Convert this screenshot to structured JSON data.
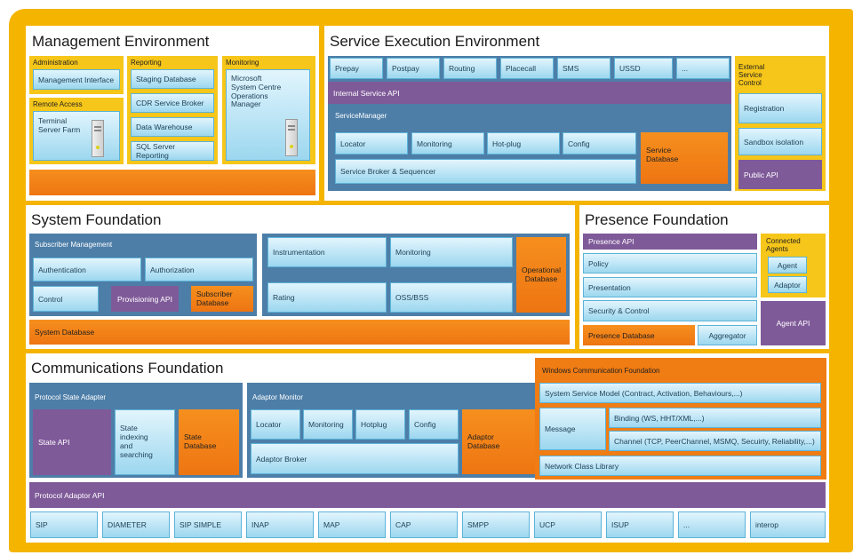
{
  "management": {
    "title": "Management Environment",
    "administration": {
      "label": "Administration",
      "management_interface": "Management Interface"
    },
    "remote_access": {
      "label": "Remote Access",
      "terminal_server_farm": "Terminal\nServer Farm"
    },
    "reporting": {
      "label": "Reporting",
      "items": [
        "Staging Database",
        "CDR Service Broker",
        "Data Warehouse",
        "SQL Server Reporting"
      ]
    },
    "monitoring": {
      "label": "Monitoring",
      "scom": "Microsoft\nSystem Centre\nOperations\nManager"
    }
  },
  "service_execution": {
    "title": "Service Execution Environment",
    "services": [
      "Prepay",
      "Postpay",
      "Routing",
      "Placecall",
      "SMS",
      "USSD",
      "..."
    ],
    "internal_api": "Internal Service API",
    "service_manager": {
      "label": "ServiceManager",
      "items": [
        "Locator",
        "Monitoring",
        "Hot-plug",
        "Config"
      ],
      "broker": "Service Broker & Sequencer",
      "database": "Service\nDatabase"
    },
    "external_control": {
      "label": "External\nService\nControl",
      "registration": "Registration",
      "sandbox": "Sandbox isolation",
      "public_api": "Public API"
    }
  },
  "system_foundation": {
    "title": "System Foundation",
    "subscriber_management": {
      "label": "Subscriber Management",
      "authentication": "Authentication",
      "authorization": "Authorization",
      "control": "Control",
      "provisioning_api": "Provisioning API",
      "subscriber_database": "Subscriber\nDatabase"
    },
    "instrumentation": "Instrumentation",
    "monitoring": "Monitoring",
    "rating": "Rating",
    "oss_bss": "OSS/BSS",
    "operational_database": "Operational\nDatabase",
    "system_database": "System Database"
  },
  "presence_foundation": {
    "title": "Presence Foundation",
    "presence_api": "Presence API",
    "policy": "Policy",
    "presentation": "Presentation",
    "security_control": "Security & Control",
    "presence_database": "Presence Database",
    "aggregator": "Aggregator",
    "connected_agents": {
      "label": "Connected\nAgents",
      "agent": "Agent",
      "adaptor": "Adaptor"
    },
    "agent_api": "Agent API"
  },
  "communications_foundation": {
    "title": "Communications Foundation",
    "protocol_state_adapter": {
      "label": "Protocol State Adapter",
      "state_api": "State API",
      "state_indexing": "State\nindexing\nand\nsearching",
      "state_database": "State\nDatabase"
    },
    "adaptor_monitor": {
      "label": "Adaptor Monitor",
      "items": [
        "Locator",
        "Monitoring",
        "Hotplug",
        "Config"
      ],
      "broker": "Adaptor Broker",
      "database": "Adaptor\nDatabase"
    },
    "wcf": {
      "label": "Windows Communication Foundation",
      "system_service_model": "System Service Model (Contract, Activation, Behaviours,...)",
      "message": "Message",
      "binding": "Binding (WS, HHT/XML,...)",
      "channel": "Channel (TCP, PeerChannel, MSMQ, Secuirty, Reliability,...)",
      "network_class_library": "Network Class Library"
    },
    "protocol_adaptor_api": "Protocol Adaptor API",
    "protocols": [
      "SIP",
      "DIAMETER",
      "SIP SIMPLE",
      "INAP",
      "MAP",
      "CAP",
      "SMPP",
      "UCP",
      "ISUP",
      "...",
      "interop"
    ]
  },
  "colors": {
    "frame": "#f4b400",
    "purple": "#7f5a99",
    "orange": "#f07c14",
    "steel": "#4d7ea8",
    "light_blue": "#aee0f5"
  }
}
